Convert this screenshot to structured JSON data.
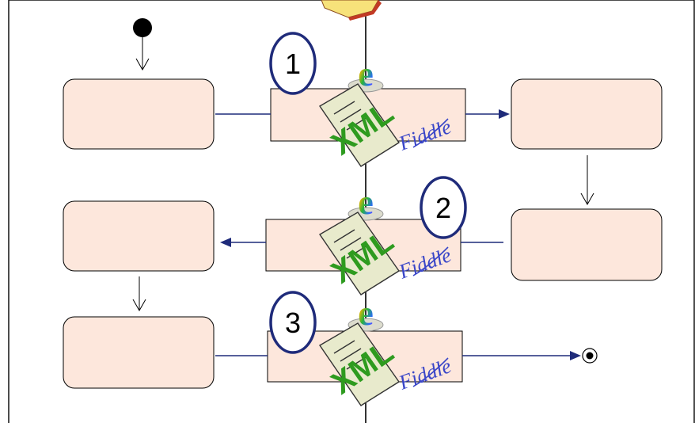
{
  "diagram": {
    "type": "activity-diagram",
    "numbers": [
      "1",
      "2",
      "3"
    ],
    "document_icon_text": "XML",
    "browser_icon_text": "e",
    "signature_text": "Fiddle",
    "colors": {
      "box_fill": "#fde7dc",
      "box_stroke": "#000000",
      "flow_line": "#1f2b7a",
      "number_circle": "#1f2b7a",
      "xml_text": "#2e9b1f",
      "signature": "#3a46c8",
      "doc_fill": "#e8eacc",
      "book_fill": "#f7e27a",
      "book_edge": "#c23a25"
    }
  }
}
